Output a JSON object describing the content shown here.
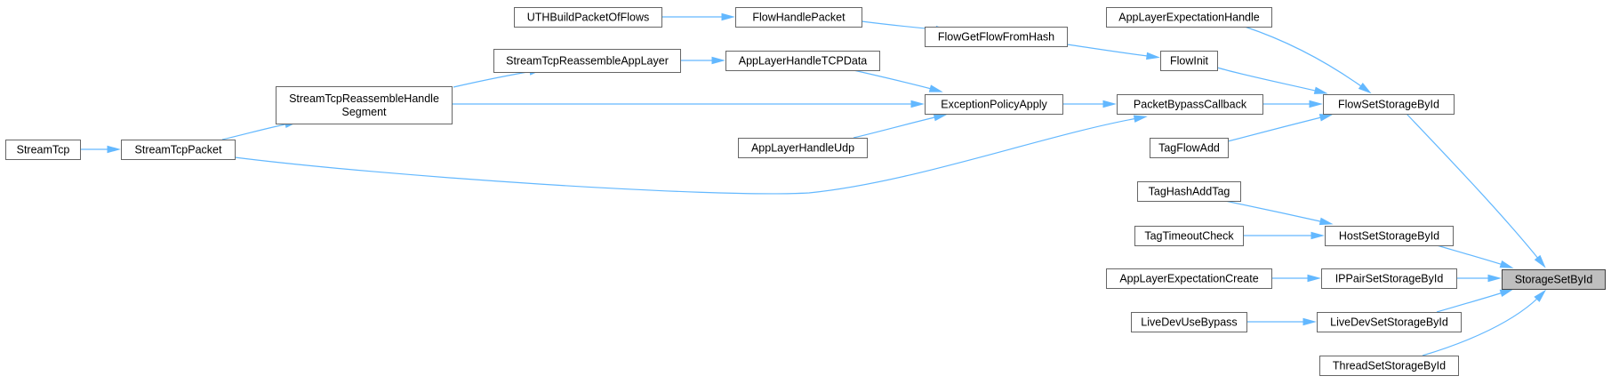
{
  "diagram": {
    "nodes": [
      {
        "id": "StorageSetById",
        "label": [
          "StorageSetById"
        ],
        "root": true
      },
      {
        "id": "FlowSetStorageById",
        "label": [
          "FlowSetStorageById"
        ]
      },
      {
        "id": "HostSetStorageById",
        "label": [
          "HostSetStorageById"
        ]
      },
      {
        "id": "IPPairSetStorageById",
        "label": [
          "IPPairSetStorageById"
        ]
      },
      {
        "id": "LiveDevSetStorageById",
        "label": [
          "LiveDevSetStorageById"
        ]
      },
      {
        "id": "ThreadSetStorageById",
        "label": [
          "ThreadSetStorageById"
        ]
      },
      {
        "id": "AppLayerExpectationHandle",
        "label": [
          "AppLayerExpectationHandle"
        ]
      },
      {
        "id": "FlowInit",
        "label": [
          "FlowInit"
        ]
      },
      {
        "id": "PacketBypassCallback",
        "label": [
          "PacketBypassCallback"
        ]
      },
      {
        "id": "TagFlowAdd",
        "label": [
          "TagFlowAdd"
        ]
      },
      {
        "id": "TagHashAddTag",
        "label": [
          "TagHashAddTag"
        ]
      },
      {
        "id": "TagTimeoutCheck",
        "label": [
          "TagTimeoutCheck"
        ]
      },
      {
        "id": "AppLayerExpectationCreate",
        "label": [
          "AppLayerExpectationCreate"
        ]
      },
      {
        "id": "LiveDevUseBypass",
        "label": [
          "LiveDevUseBypass"
        ]
      },
      {
        "id": "FlowGetFlowFromHash",
        "label": [
          "FlowGetFlowFromHash"
        ]
      },
      {
        "id": "FlowHandlePacket",
        "label": [
          "FlowHandlePacket"
        ]
      },
      {
        "id": "UTHBuildPacketOfFlows",
        "label": [
          "UTHBuildPacketOfFlows"
        ]
      },
      {
        "id": "ExceptionPolicyApply",
        "label": [
          "ExceptionPolicyApply"
        ]
      },
      {
        "id": "AppLayerHandleTCPData",
        "label": [
          "AppLayerHandleTCPData"
        ]
      },
      {
        "id": "AppLayerHandleUdp",
        "label": [
          "AppLayerHandleUdp"
        ]
      },
      {
        "id": "StreamTcpReassembleAppLayer",
        "label": [
          "StreamTcpReassembleAppLayer"
        ]
      },
      {
        "id": "StreamTcpReassembleHandleSegment",
        "label": [
          "StreamTcpReassembleHandle",
          "Segment"
        ]
      },
      {
        "id": "StreamTcpPacket",
        "label": [
          "StreamTcpPacket"
        ]
      },
      {
        "id": "StreamTcp",
        "label": [
          "StreamTcp"
        ]
      }
    ],
    "edges": [
      {
        "from": "FlowSetStorageById",
        "to": "StorageSetById"
      },
      {
        "from": "HostSetStorageById",
        "to": "StorageSetById"
      },
      {
        "from": "IPPairSetStorageById",
        "to": "StorageSetById"
      },
      {
        "from": "LiveDevSetStorageById",
        "to": "StorageSetById"
      },
      {
        "from": "ThreadSetStorageById",
        "to": "StorageSetById"
      },
      {
        "from": "AppLayerExpectationHandle",
        "to": "FlowSetStorageById"
      },
      {
        "from": "FlowInit",
        "to": "FlowSetStorageById"
      },
      {
        "from": "PacketBypassCallback",
        "to": "FlowSetStorageById"
      },
      {
        "from": "TagFlowAdd",
        "to": "FlowSetStorageById"
      },
      {
        "from": "TagHashAddTag",
        "to": "HostSetStorageById"
      },
      {
        "from": "TagTimeoutCheck",
        "to": "HostSetStorageById"
      },
      {
        "from": "AppLayerExpectationCreate",
        "to": "IPPairSetStorageById"
      },
      {
        "from": "LiveDevUseBypass",
        "to": "LiveDevSetStorageById"
      },
      {
        "from": "FlowGetFlowFromHash",
        "to": "FlowInit"
      },
      {
        "from": "FlowHandlePacket",
        "to": "FlowGetFlowFromHash"
      },
      {
        "from": "UTHBuildPacketOfFlows",
        "to": "FlowHandlePacket"
      },
      {
        "from": "ExceptionPolicyApply",
        "to": "PacketBypassCallback"
      },
      {
        "from": "StreamTcpPacket",
        "to": "PacketBypassCallback"
      },
      {
        "from": "AppLayerHandleTCPData",
        "to": "ExceptionPolicyApply"
      },
      {
        "from": "AppLayerHandleUdp",
        "to": "ExceptionPolicyApply"
      },
      {
        "from": "StreamTcpReassembleHandleSegment",
        "to": "ExceptionPolicyApply"
      },
      {
        "from": "StreamTcpReassembleAppLayer",
        "to": "AppLayerHandleTCPData"
      },
      {
        "from": "StreamTcpReassembleHandleSegment",
        "to": "StreamTcpReassembleAppLayer"
      },
      {
        "from": "StreamTcpPacket",
        "to": "StreamTcpReassembleHandleSegment"
      },
      {
        "from": "StreamTcp",
        "to": "StreamTcpPacket"
      }
    ],
    "colors": {
      "edge": "#63b8ff",
      "node_border": "#666666",
      "root_fill": "#bfbfbf",
      "root_border": "#404040"
    }
  }
}
